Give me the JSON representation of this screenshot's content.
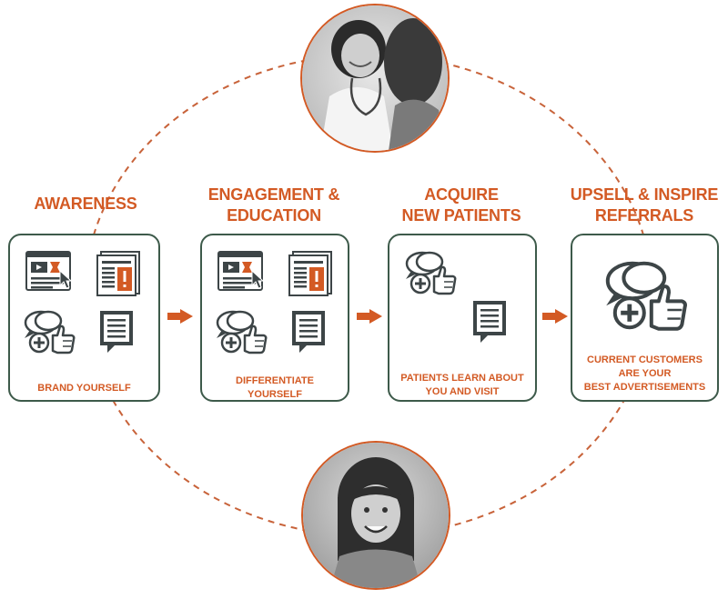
{
  "colors": {
    "accent": "#d35a24",
    "dark": "#3d4547",
    "box_border": "#3d5a4a",
    "dash": "#c8633a"
  },
  "stages": [
    {
      "title_lines": [
        "AWARENESS"
      ],
      "caption_lines": [
        "BRAND YOURSELF"
      ],
      "icons": [
        "web-video-ad-icon",
        "newspaper-icon",
        "review-thumbs-up-icon",
        "document-chat-icon"
      ]
    },
    {
      "title_lines": [
        "ENGAGEMENT &",
        "EDUCATION"
      ],
      "caption_lines": [
        "DIFFERENTIATE",
        "YOURSELF"
      ],
      "icons": [
        "web-video-ad-icon",
        "newspaper-icon",
        "review-thumbs-up-icon",
        "document-chat-icon"
      ]
    },
    {
      "title_lines": [
        "ACQUIRE",
        "NEW PATIENTS"
      ],
      "caption_lines": [
        "PATIENTS LEARN ABOUT",
        "YOU AND VISIT"
      ],
      "icons": [
        "review-thumbs-up-icon",
        "document-chat-icon"
      ]
    },
    {
      "title_lines": [
        "UPSELL & INSPIRE",
        "REFERRALS"
      ],
      "caption_lines": [
        "CURRENT CUSTOMERS",
        "ARE YOUR",
        "BEST ADVERTISEMENTS"
      ],
      "icons": [
        "review-thumbs-up-icon"
      ]
    }
  ],
  "photos": [
    "doctor-with-child-photo",
    "smiling-girl-photo"
  ]
}
